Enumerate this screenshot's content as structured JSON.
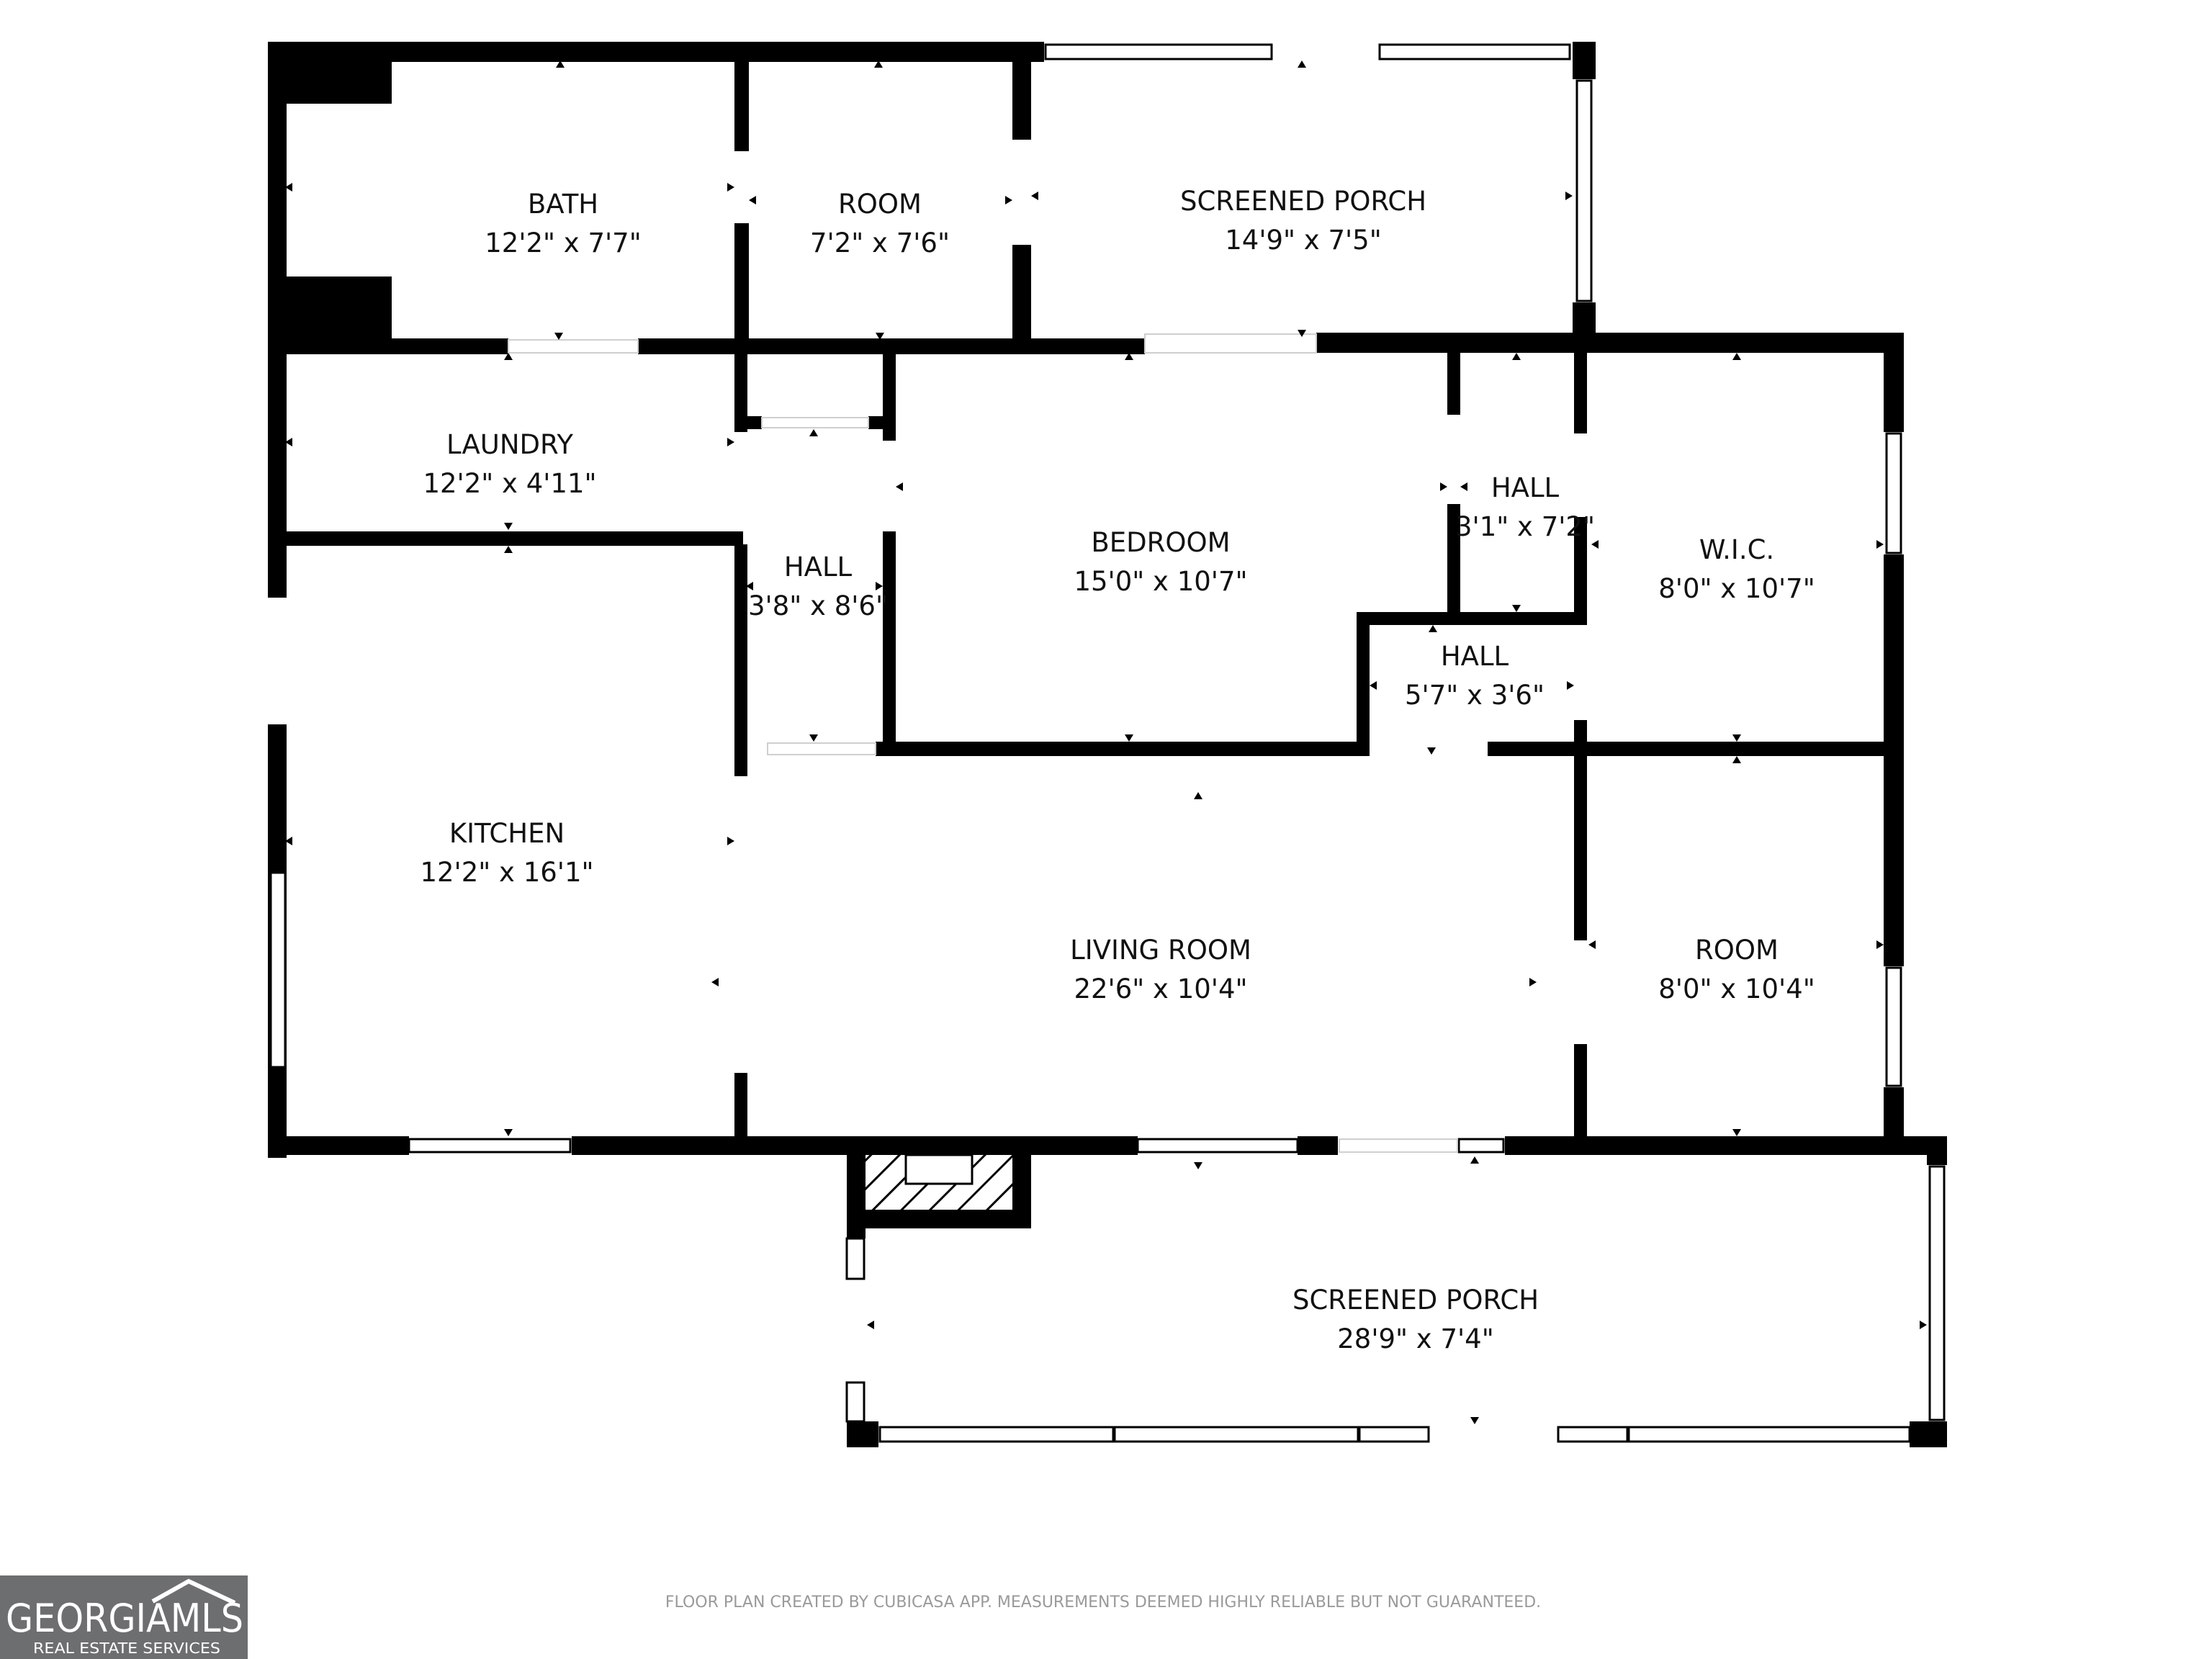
{
  "colors": {
    "wall": "#000000",
    "background": "#ffffff",
    "text": "#111111",
    "footer_text": "#9a9a9a",
    "logo_bg": "#6d6e70"
  },
  "rooms": [
    {
      "id": "bath",
      "name": "BATH",
      "dims": "12'2\" x 7'7\""
    },
    {
      "id": "room-top",
      "name": "ROOM",
      "dims": "7'2\" x 7'6\""
    },
    {
      "id": "screened-porch-top",
      "name": "SCREENED PORCH",
      "dims": "14'9\" x 7'5\""
    },
    {
      "id": "laundry",
      "name": "LAUNDRY",
      "dims": "12'2\" x 4'11\""
    },
    {
      "id": "hall-a",
      "name": "HALL",
      "dims": "3'8\" x 8'6\""
    },
    {
      "id": "bedroom",
      "name": "BEDROOM",
      "dims": "15'0\" x 10'7\""
    },
    {
      "id": "hall-b",
      "name": "HALL",
      "dims": "3'1\" x 7'2\""
    },
    {
      "id": "wic",
      "name": "W.I.C.",
      "dims": "8'0\" x 10'7\""
    },
    {
      "id": "hall-c",
      "name": "HALL",
      "dims": "5'7\" x 3'6\""
    },
    {
      "id": "kitchen",
      "name": "KITCHEN",
      "dims": "12'2\" x 16'1\""
    },
    {
      "id": "living-room",
      "name": "LIVING ROOM",
      "dims": "22'6\" x 10'4\""
    },
    {
      "id": "room-right",
      "name": "ROOM",
      "dims": "8'0\" x 10'4\""
    },
    {
      "id": "screened-porch-bottom",
      "name": "SCREENED PORCH",
      "dims": "28'9\" x 7'4\""
    }
  ],
  "footer": {
    "disclaimer": "FLOOR PLAN CREATED BY CUBICASA APP. MEASUREMENTS DEEMED HIGHLY RELIABLE BUT NOT GUARANTEED."
  },
  "logo": {
    "brand": "GEORGIAMLS",
    "tagline": "REAL ESTATE SERVICES"
  }
}
